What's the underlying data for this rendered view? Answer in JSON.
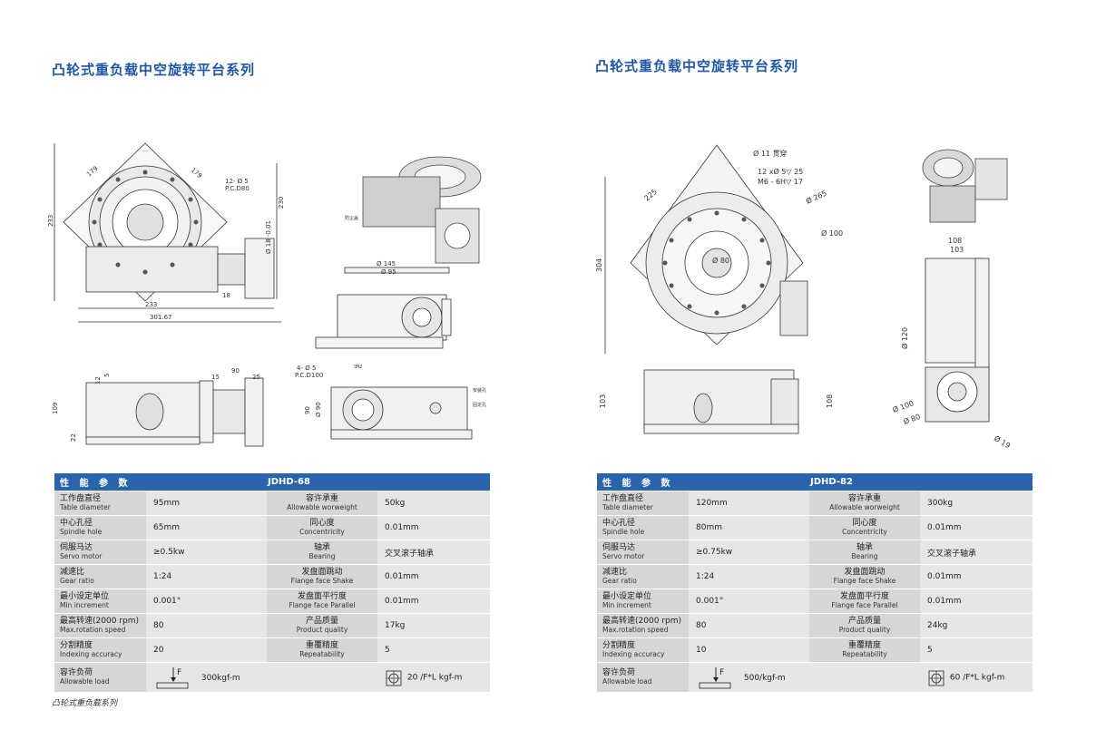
{
  "left": {
    "title": "凸轮式重负载中空旋转平台系列",
    "dims": {
      "d179a": "179",
      "d179b": "179",
      "d233v": "233",
      "d230": "230",
      "holes": "12- Ø 5",
      "pcd": "P.C.D80",
      "d18": "Ø 18 -0.01",
      "d18b": "18",
      "d233h": "233",
      "d30167": "301.67",
      "d145": "Ø 145",
      "d95": "Ø 95",
      "d109": "109",
      "d12": "12",
      "d5": "5",
      "d15": "15",
      "d90a": "90",
      "d25": "25",
      "d22": "22",
      "holes4": "4- Ø 5",
      "pcd100": "P.C.D100",
      "d90b": "90",
      "d90c": "90",
      "dphi90": "Ø 90",
      "note1": "防尘盖",
      "note2": "安装孔",
      "note3": "固定孔"
    },
    "table": {
      "header_left": "性 能 参 数",
      "header_model": "JDHD-68",
      "rows": [
        {
          "l_cn": "工作盘直径",
          "l_en": "Table diameter",
          "l_val": "95mm",
          "r_cn": "容许承重",
          "r_en": "Allowable worweight",
          "r_val": "50kg"
        },
        {
          "l_cn": "中心孔径",
          "l_en": "Spindle hole",
          "l_val": "65mm",
          "r_cn": "同心度",
          "r_en": "Concentricity",
          "r_val": "0.01mm"
        },
        {
          "l_cn": "伺服马达",
          "l_en": "Servo motor",
          "l_val": "≥0.5kw",
          "r_cn": "轴承",
          "r_en": "Bearing",
          "r_val": "交叉滚子轴承"
        },
        {
          "l_cn": "减速比",
          "l_en": "Gear ratio",
          "l_val": "1:24",
          "r_cn": "发盘面跳动",
          "r_en": "Flange face Shake",
          "r_val": "0.01mm"
        },
        {
          "l_cn": "最小设定单位",
          "l_en": "Min increment",
          "l_val": "0.001°",
          "r_cn": "发盘面平行度",
          "r_en": "Flange face Parallel",
          "r_val": "0.01mm"
        },
        {
          "l_cn": "最高转速(2000 rpm)",
          "l_en": "Max.rotation speed",
          "l_val": "80",
          "r_cn": "产品质量",
          "r_en": "Product quality",
          "r_val": "17kg"
        },
        {
          "l_cn": "分割精度",
          "l_en": "Indexing accuracy",
          "l_val": "20",
          "r_cn": "重覆精度",
          "r_en": "Repeatability",
          "r_val": "5"
        }
      ],
      "load": {
        "cn": "容许负荷",
        "en": "Allowable load",
        "axial": "300kgf-m",
        "moment": "20 /F*L kgf-m",
        "f_label": "F"
      }
    }
  },
  "right": {
    "title": "凸轮式重负载中空旋转平台系列",
    "dims": {
      "d11": "Ø 11 贯穿",
      "holes": "12 xØ 5▽ 25",
      "m6": "M6 - 6H▽ 17",
      "d225": "225",
      "d265": "Ø 265",
      "d100": "Ø 100",
      "d304": "304",
      "d80": "Ø 80",
      "d108a": "108",
      "d103a": "103",
      "d120": "Ø 120",
      "d103b": "103",
      "d108b": "108",
      "d100b": "Ø 100",
      "d80b": "Ø 80",
      "d19": "Ø 19"
    },
    "table": {
      "header_left": "性 能 参 数",
      "header_model": "JDHD-82",
      "rows": [
        {
          "l_cn": "工作盘直径",
          "l_en": "Table diameter",
          "l_val": "120mm",
          "r_cn": "容许承重",
          "r_en": "Allowable worweight",
          "r_val": "300kg"
        },
        {
          "l_cn": "中心孔径",
          "l_en": "Spindle hole",
          "l_val": "80mm",
          "r_cn": "同心度",
          "r_en": "Concentricity",
          "r_val": "0.01mm"
        },
        {
          "l_cn": "伺服马达",
          "l_en": "Servo motor",
          "l_val": "≥0.75kw",
          "r_cn": "轴承",
          "r_en": "Bearing",
          "r_val": "交叉滚子轴承"
        },
        {
          "l_cn": "减速比",
          "l_en": "Gear ratio",
          "l_val": "1:24",
          "r_cn": "发盘面跳动",
          "r_en": "Flange face Shake",
          "r_val": "0.01mm"
        },
        {
          "l_cn": "最小设定单位",
          "l_en": "Min increment",
          "l_val": "0.001°",
          "r_cn": "发盘面平行度",
          "r_en": "Flange face Parallel",
          "r_val": "0.01mm"
        },
        {
          "l_cn": "最高转速(2000 rpm)",
          "l_en": "Max.rotation speed",
          "l_val": "80",
          "r_cn": "产品质量",
          "r_en": "Product quality",
          "r_val": "24kg"
        },
        {
          "l_cn": "分割精度",
          "l_en": "Indexing accuracy",
          "l_val": "10",
          "r_cn": "重覆精度",
          "r_en": "Repeatability",
          "r_val": "5"
        }
      ],
      "load": {
        "cn": "容许负荷",
        "en": "Allowable load",
        "axial": "500/kgf-m",
        "moment": "60 /F*L kgf-m",
        "f_label": "F"
      }
    }
  },
  "footer": "凸轮式重负载系列"
}
